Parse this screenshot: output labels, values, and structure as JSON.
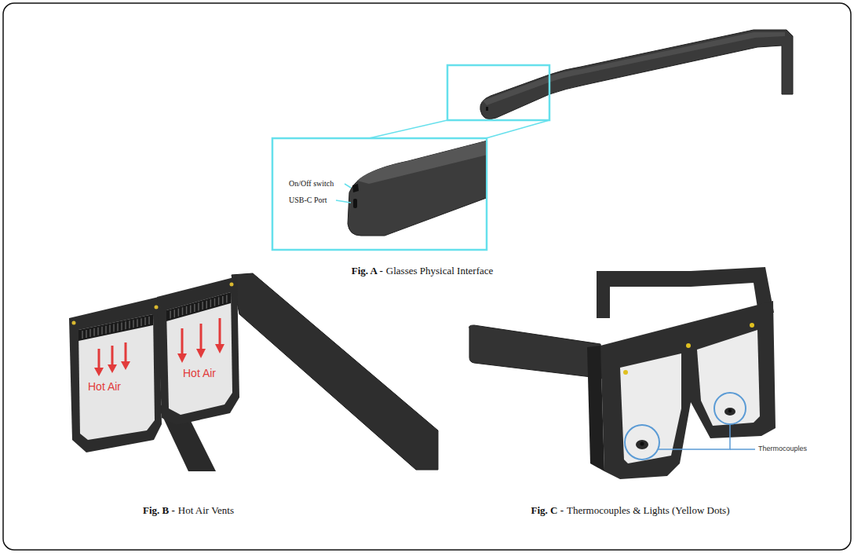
{
  "diagram": {
    "labels": [
      "On/Off switch",
      "USB-C Port",
      "Fig. A -",
      "Glasses Physical Interface",
      "Hot Air",
      "Hot Air",
      "Fig. B -",
      "Hot Air Vents",
      "Thermocouples",
      "Fig. C -",
      "Thermocouples & Lights (Yellow Dots)"
    ]
  }
}
